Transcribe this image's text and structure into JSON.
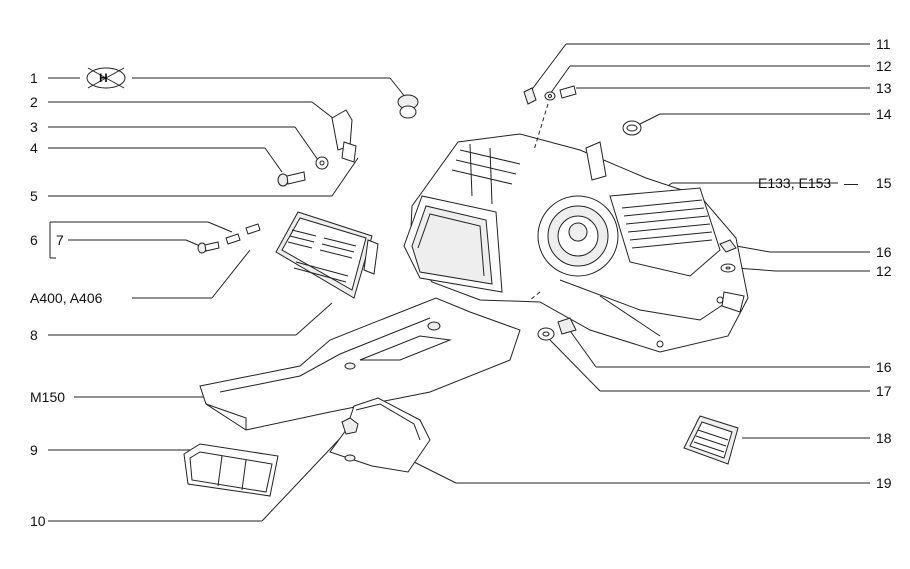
{
  "diagram": {
    "left_callouts": [
      {
        "id": "callout-1",
        "text": "1"
      },
      {
        "id": "callout-2",
        "text": "2"
      },
      {
        "id": "callout-3",
        "text": "3"
      },
      {
        "id": "callout-4",
        "text": "4"
      },
      {
        "id": "callout-5",
        "text": "5"
      },
      {
        "id": "callout-6",
        "text": "6"
      },
      {
        "id": "callout-7",
        "text": "7"
      },
      {
        "id": "callout-a400",
        "text": "A400, A406"
      },
      {
        "id": "callout-8",
        "text": "8"
      },
      {
        "id": "callout-m150",
        "text": "M150"
      },
      {
        "id": "callout-9",
        "text": "9"
      },
      {
        "id": "callout-10",
        "text": "10"
      }
    ],
    "right_callouts": [
      {
        "id": "callout-11",
        "text": "11"
      },
      {
        "id": "callout-12a",
        "text": "12"
      },
      {
        "id": "callout-13",
        "text": "13"
      },
      {
        "id": "callout-14",
        "text": "14"
      },
      {
        "id": "callout-15",
        "text": "15"
      },
      {
        "id": "callout-16a",
        "text": "16"
      },
      {
        "id": "callout-12b",
        "text": "12"
      },
      {
        "id": "callout-16b",
        "text": "16"
      },
      {
        "id": "callout-17",
        "text": "17"
      },
      {
        "id": "callout-18",
        "text": "18"
      },
      {
        "id": "callout-19",
        "text": "19"
      }
    ],
    "callout_15_prefix": "E133, E153",
    "symbol_h": "H"
  }
}
